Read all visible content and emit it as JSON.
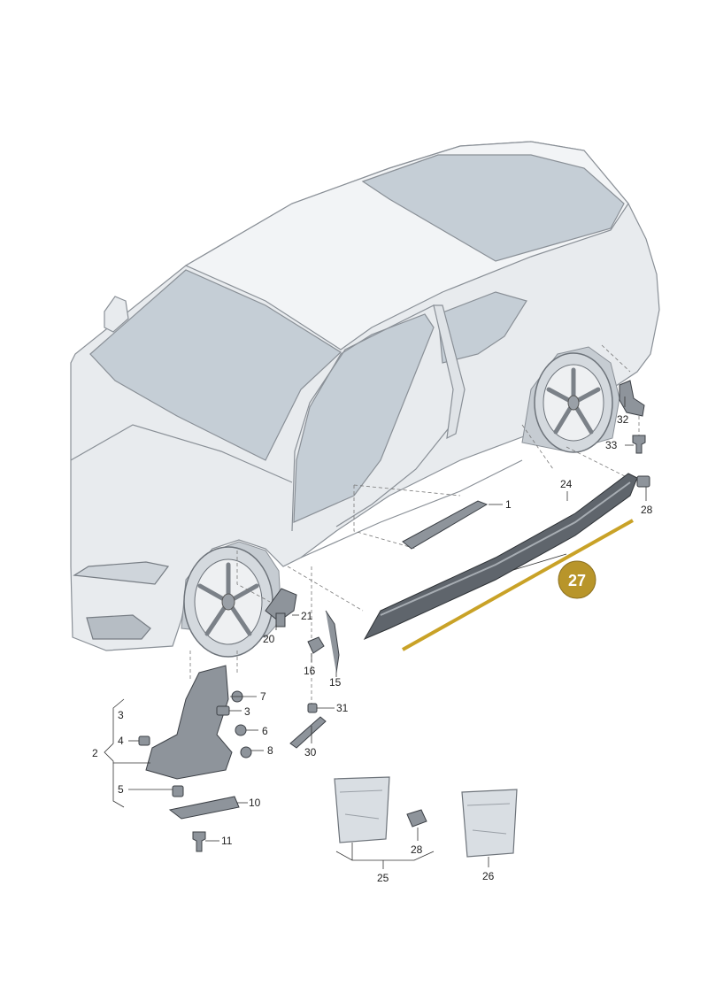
{
  "colors": {
    "body": "#e8ebee",
    "body_shade": "#d6dadf",
    "glass": "#c5ced6",
    "part": "#8e949b",
    "highlight": "#c9a227",
    "badge": "#b8952a"
  },
  "highlight": {
    "label": "27"
  },
  "callouts": {
    "c1": "1",
    "c2": "2",
    "c3a": "3",
    "c3b": "3",
    "c4": "4",
    "c5": "5",
    "c6": "6",
    "c7": "7",
    "c8": "8",
    "c10": "10",
    "c11": "11",
    "c15": "15",
    "c16": "16",
    "c20": "20",
    "c21": "21",
    "c24": "24",
    "c25": "25",
    "c26": "26",
    "c28a": "28",
    "c28b": "28",
    "c30": "30",
    "c31": "31",
    "c32": "32",
    "c33": "33"
  }
}
